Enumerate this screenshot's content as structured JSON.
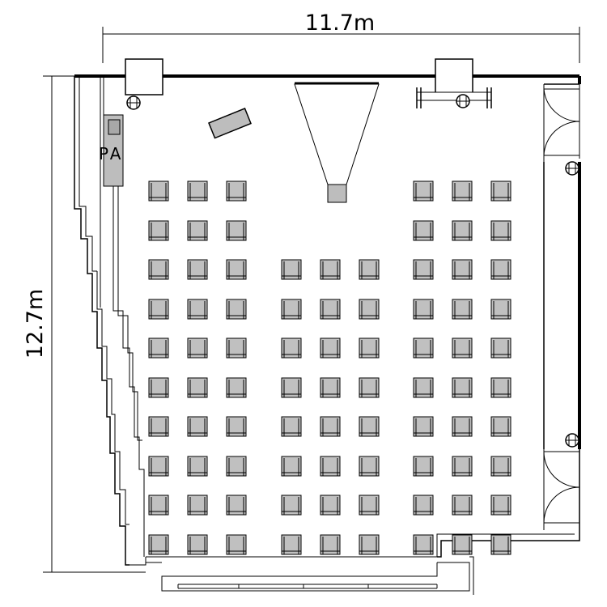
{
  "plan": {
    "width_label": "11.7m",
    "height_label": "12.7m",
    "pa_label": "PA"
  },
  "seating": {
    "left_block": {
      "columns": 3,
      "rows": 10
    },
    "center_block": {
      "columns": 3,
      "rows": 8
    },
    "right_block": {
      "columns": 3,
      "rows": 10
    }
  },
  "colors": {
    "wall": "#000000",
    "chair_fill": "#c0c0c0",
    "background": "#ffffff"
  }
}
